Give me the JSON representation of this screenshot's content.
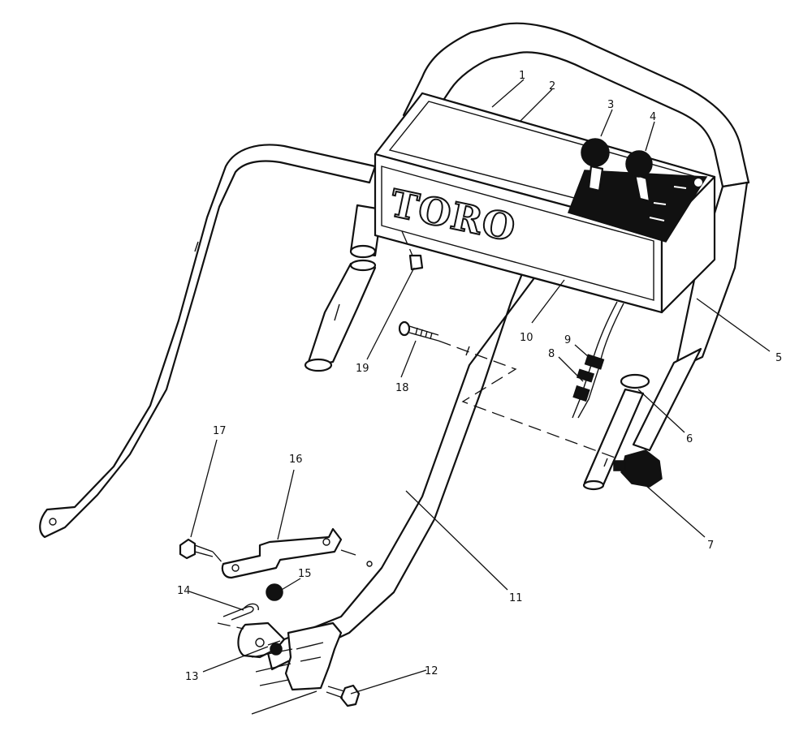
{
  "diagram": {
    "brand_text": "TORO",
    "callouts": [
      {
        "id": "1",
        "label": "1"
      },
      {
        "id": "2",
        "label": "2"
      },
      {
        "id": "3",
        "label": "3"
      },
      {
        "id": "4",
        "label": "4"
      },
      {
        "id": "5",
        "label": "5"
      },
      {
        "id": "6",
        "label": "6"
      },
      {
        "id": "7",
        "label": "7"
      },
      {
        "id": "8",
        "label": "8"
      },
      {
        "id": "9",
        "label": "9"
      },
      {
        "id": "10",
        "label": "10"
      },
      {
        "id": "11",
        "label": "11"
      },
      {
        "id": "12",
        "label": "12"
      },
      {
        "id": "13",
        "label": "13"
      },
      {
        "id": "14",
        "label": "14"
      },
      {
        "id": "15",
        "label": "15"
      },
      {
        "id": "16",
        "label": "16"
      },
      {
        "id": "17",
        "label": "17"
      },
      {
        "id": "18",
        "label": "18"
      },
      {
        "id": "19",
        "label": "19"
      }
    ],
    "colors": {
      "line": "#111111",
      "fill": "#ffffff"
    }
  }
}
